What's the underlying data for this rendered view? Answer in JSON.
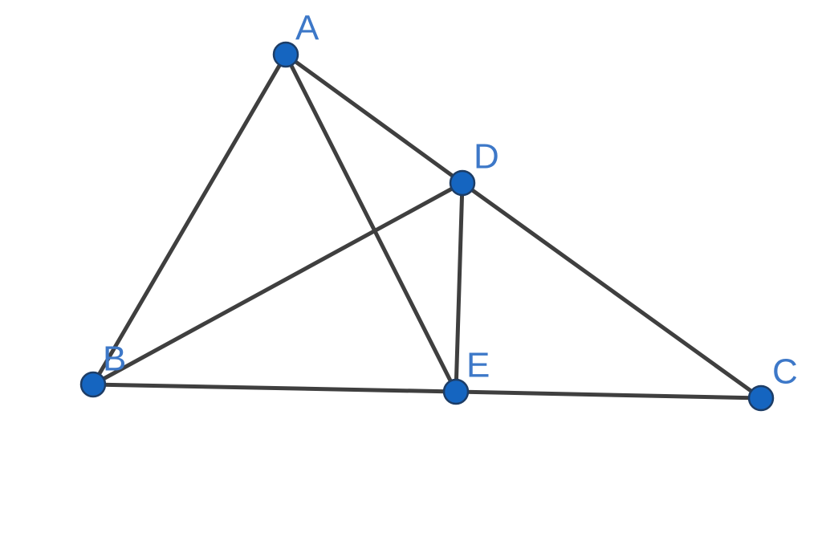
{
  "colors": {
    "point_fill": "#1565c0",
    "label": "#3d78c8",
    "segment": "#3f3f3f"
  },
  "points": [
    {
      "id": "A",
      "label": "A"
    },
    {
      "id": "B",
      "label": "B"
    },
    {
      "id": "C",
      "label": "C"
    },
    {
      "id": "D",
      "label": "D"
    },
    {
      "id": "E",
      "label": "E"
    }
  ],
  "segments": [
    {
      "id": "AB",
      "from": "A",
      "to": "B"
    },
    {
      "id": "AD",
      "from": "A",
      "to": "D"
    },
    {
      "id": "DC",
      "from": "D",
      "to": "C"
    },
    {
      "id": "BE",
      "from": "B",
      "to": "E"
    },
    {
      "id": "EC",
      "from": "E",
      "to": "C"
    },
    {
      "id": "AE",
      "from": "A",
      "to": "E"
    },
    {
      "id": "BD",
      "from": "B",
      "to": "D"
    },
    {
      "id": "DE",
      "from": "D",
      "to": "E"
    }
  ]
}
